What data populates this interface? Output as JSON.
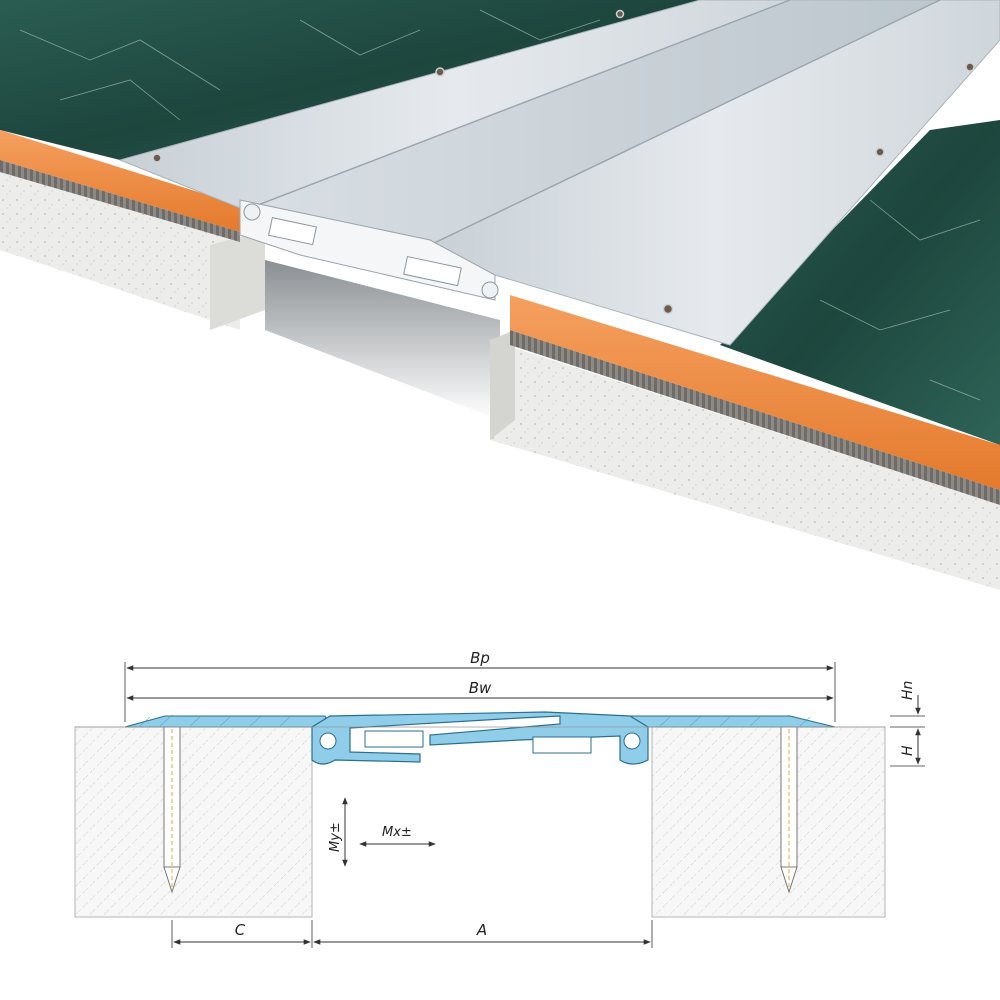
{
  "section": {
    "labels": {
      "bp": "Bp",
      "bw": "Bw",
      "hn": "Hn",
      "h": "H",
      "my": "My±",
      "mx": "Mx±",
      "c": "C",
      "a": "A"
    }
  },
  "colors": {
    "profile_fill": "#8fcde8",
    "profile_stroke": "#2a6f8f",
    "aluminium": "#d7dde2",
    "orange_adhesive": "#f08a3c",
    "marble": "#1f4d43",
    "concrete": "#e6e6e4",
    "dimension_line": "#333333"
  }
}
